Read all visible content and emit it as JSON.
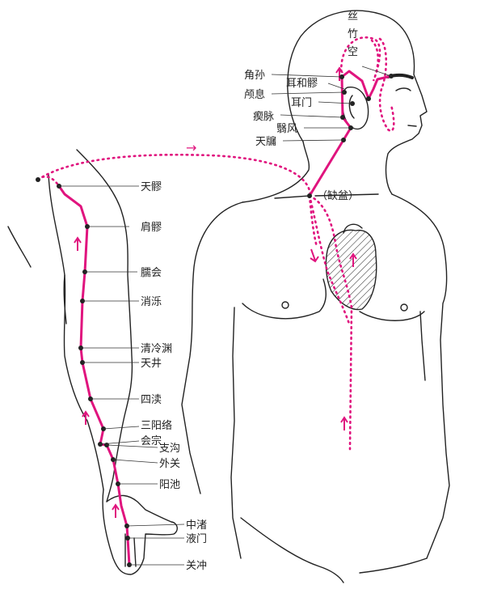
{
  "colors": {
    "meridian": "#e0147e",
    "outline": "#222222",
    "text": "#222222"
  },
  "labels": {
    "sizhukong_1": "丝",
    "sizhukong_2": "竹",
    "sizhukong_3": "空",
    "jiaosun": "角孙",
    "erheliao": "耳和髎",
    "luxi": "颅息",
    "ermen": "耳门",
    "chimai": "瘈脉",
    "yifeng": "翳风",
    "tianyou": "天牖",
    "quepen": "（缺盆）",
    "tianliao": "天髎",
    "jianliao": "肩髎",
    "naohui": "臑会",
    "xiaoluo": "消泺",
    "qinglengyuan": "清冷渊",
    "tianjing": "天井",
    "sidu": "四渎",
    "sanyangluo": "三阳络",
    "huizong": "会宗",
    "zhigou": "支沟",
    "waiguan": "外关",
    "yangchi": "阳池",
    "zhongzhu": "中渚",
    "yemen": "液门",
    "guanchong": "关冲"
  },
  "icons": {
    "arrow_right": "→"
  }
}
